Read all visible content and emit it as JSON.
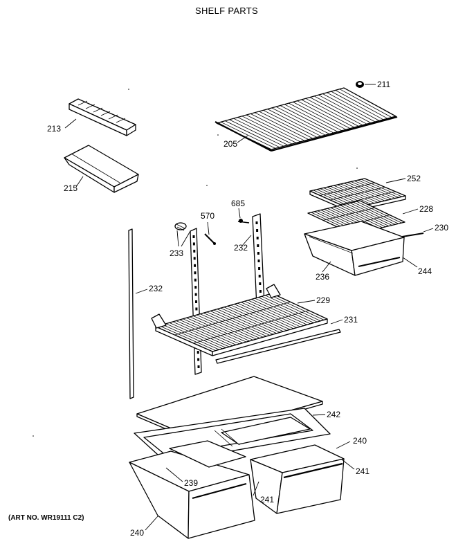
{
  "title": "SHELF PARTS",
  "art_number": "(ART NO. WR19111 C2)",
  "callouts": {
    "p211": "211",
    "p213": "213",
    "p205": "205",
    "p215": "215",
    "p252": "252",
    "p228": "228",
    "p230": "230",
    "p685": "685",
    "p570": "570",
    "p233": "233",
    "p232_mid": "232",
    "p236": "236",
    "p244": "244",
    "p232_left": "232",
    "p229": "229",
    "p231": "231",
    "p242": "242",
    "p240_right": "240",
    "p241_right": "241",
    "p239": "239",
    "p241_mid": "241",
    "p240_bottom": "240"
  }
}
